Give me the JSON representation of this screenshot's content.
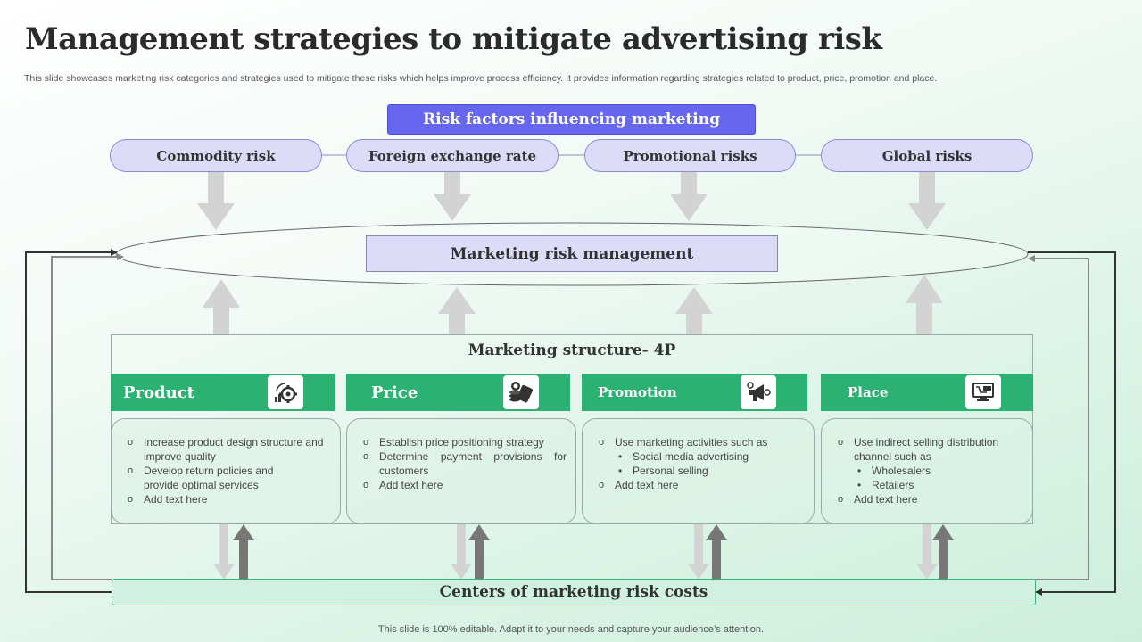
{
  "title": "Management strategies to mitigate advertising risk",
  "subtitle": "This slide showcases marketing risk categories and strategies used to mitigate these risks which helps improve process efficiency. It provides information regarding strategies related to product, price, promotion and place.",
  "risk_factors": {
    "header": "Risk factors influencing marketing",
    "items": [
      "Commodity risk",
      "Foreign exchange rate",
      "Promotional risks",
      "Global risks"
    ]
  },
  "management_label": "Marketing risk management",
  "structure": {
    "title": "Marketing structure- 4P",
    "columns": [
      {
        "label": "Product",
        "icon": "gear-icon",
        "items": [
          {
            "text": "Increase product design structure and improve  quality",
            "subs": []
          },
          {
            "text": "Develop return policies and provide optimal services",
            "subs": []
          },
          {
            "text": "Add text here",
            "subs": []
          }
        ]
      },
      {
        "label": "Price",
        "icon": "money-icon",
        "items": [
          {
            "text": "Establish price positioning strategy",
            "subs": []
          },
          {
            "text": "Determine payment provisions for customers",
            "subs": []
          },
          {
            "text": "Add text here",
            "subs": []
          }
        ]
      },
      {
        "label": "Promotion",
        "icon": "megaphone-icon",
        "items": [
          {
            "text": "Use marketing activities such as",
            "subs": [
              "Social media advertising",
              "Personal selling"
            ]
          },
          {
            "text": "Add text here",
            "subs": []
          }
        ]
      },
      {
        "label": "Place",
        "icon": "shopping-screen-icon",
        "items": [
          {
            "text": "Use indirect selling distribution channel such as",
            "subs": [
              "Wholesalers",
              "Retailers"
            ]
          },
          {
            "text": "Add text here",
            "subs": []
          }
        ]
      }
    ]
  },
  "centers_label": "Centers of marketing risk costs",
  "footer": "This slide is 100% editable. Adapt it to your needs and capture your audience’s attention.",
  "colors": {
    "accent_blue": "#6666ee",
    "pill_fill": "#dcdcf8",
    "green": "#2bb273",
    "arrow_light": "#d3d3d3",
    "arrow_dark": "#777777"
  }
}
